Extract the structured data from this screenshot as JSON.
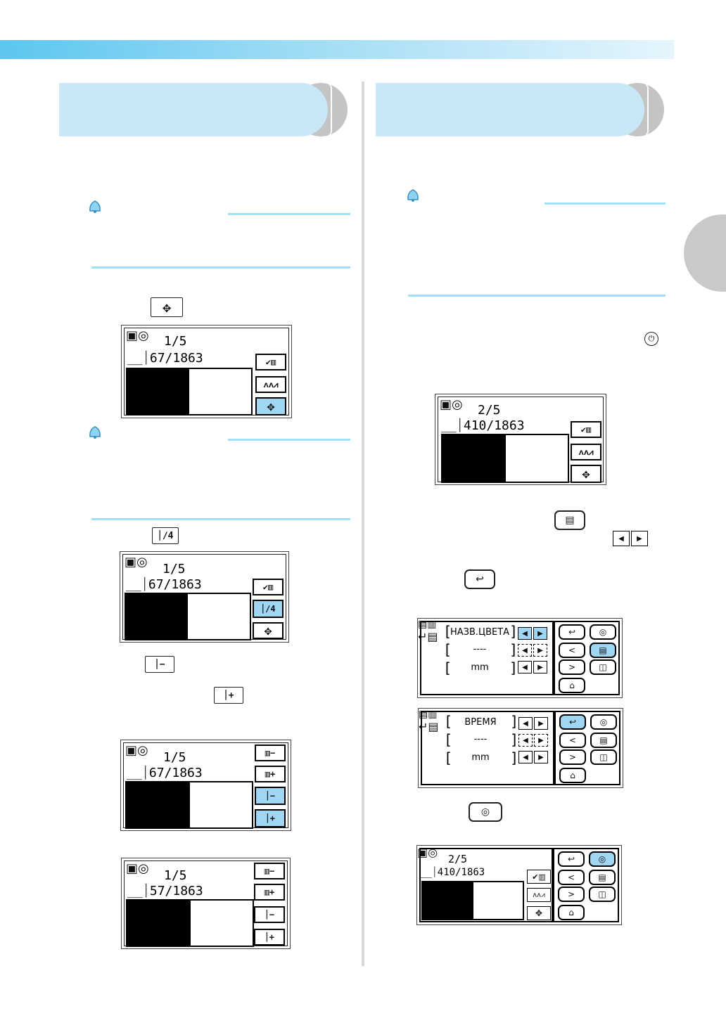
{
  "screens": {
    "s1": {
      "line1": "1/5",
      "line2": "67/1863"
    },
    "s2": {
      "line1": "1/5",
      "line2": "67/1863"
    },
    "s3": {
      "line1": "1/5",
      "line2": "67/1863"
    },
    "s4": {
      "line1": "1/5",
      "line2": "57/1863"
    },
    "s5": {
      "line1": "2/5",
      "line2": "410/1863"
    },
    "s8": {
      "line1": "2/5",
      "line2": "410/1863"
    }
  },
  "settings": {
    "panel1": {
      "row1": "НАЗВ.ЦВЕТА",
      "row2": "----",
      "row3": "mm"
    },
    "panel2": {
      "row1": "ВРЕМЯ",
      "row2": "----",
      "row3": "mm"
    }
  },
  "icons": {
    "check_thread": "✔▥",
    "trim": "ᴧᴧ⩘",
    "move": "✥",
    "needle_minus": "▥−",
    "needle_plus": "▥+",
    "stitch_minus": "⏐−",
    "stitch_plus": "⏐+",
    "stitch_jump": "⏐∕4",
    "back": "↩",
    "left": "<",
    "right": ">",
    "doc": "▤",
    "hoop": "◎",
    "camera": "◫",
    "home": "⌂",
    "triangle_left": "◀",
    "triangle_right": "▶"
  },
  "colors": {
    "accent": "#9fd6f3",
    "rule": "#9fe0f2",
    "header": "#c8e8f7"
  }
}
